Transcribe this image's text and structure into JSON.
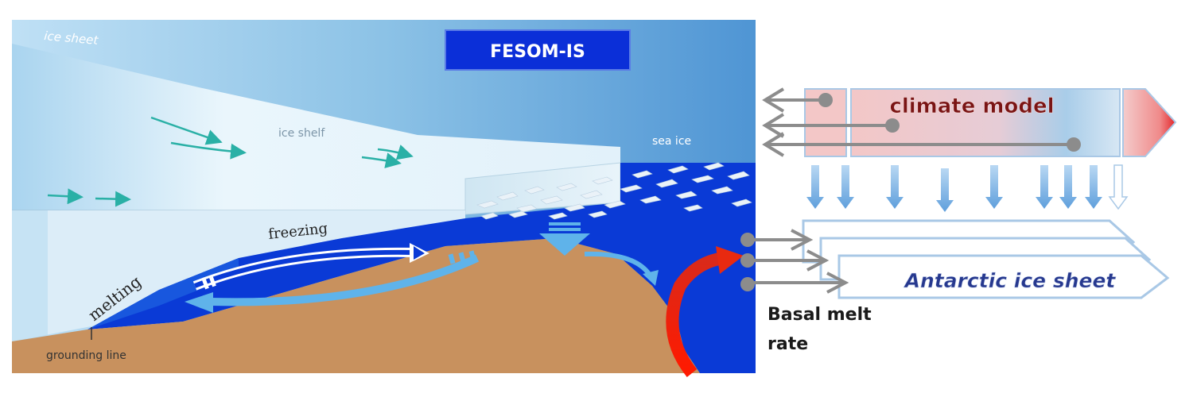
{
  "diagram": {
    "title_badge": "FESOM-IS",
    "labels": {
      "ice_sheet": "ice sheet",
      "ice_shelf": "ice shelf",
      "sea_ice": "sea ice",
      "freezing": "freezing",
      "melting": "melting",
      "grounding_line": "grounding line"
    }
  },
  "coupling": {
    "climate_model": "climate model",
    "antarctic_ice_sheet": "Antarctic ice sheet",
    "basal_melt_line1": "Basal melt",
    "basal_melt_line2": "rate"
  },
  "colors": {
    "sky_top": "#7bb4de",
    "ocean": "#0a3ad6",
    "seabed": "#c8915e",
    "badge": "#0b2fd8",
    "flow_arrow": "#2ab0a6",
    "red_arrow": "#e82a10",
    "climate_text": "#7a1414",
    "antarctic_text": "#26388e"
  }
}
